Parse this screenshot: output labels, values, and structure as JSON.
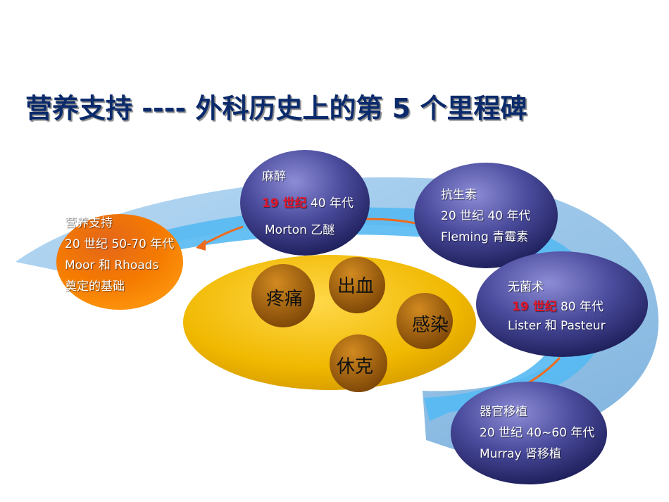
{
  "title": "营养支持 ---- 外科历史上的第 5 个里程碑",
  "milestones": {
    "nutrition": {
      "name": "营养支持",
      "era": "20 世纪 50-70 年代",
      "people": "Moor 和   Rhoads",
      "note": "奠定的基础"
    },
    "anesthesia": {
      "name": "麻醉",
      "era_highlight": "19 世纪",
      "era_rest": " 40 年代",
      "people": "Morton  乙醚"
    },
    "antibiotics": {
      "name": "抗生素",
      "era": " 20 世纪 40 年代",
      "people": "Fleming  青霉素"
    },
    "asepsis": {
      "name": "无菌术",
      "era_highlight": "19 世纪",
      "era_rest": " 80 年代",
      "people": "Lister  和 Pasteur"
    },
    "transplant": {
      "name": "器官移植",
      "era": "20 世纪 40~60 年代",
      "people": "Murray 肾移植"
    }
  },
  "core_issues": {
    "pain": "疼痛",
    "bleeding": "出血",
    "infection": "感染",
    "shock": "休克"
  },
  "colors": {
    "title": "#0a2a6b",
    "highlight": "#e5162a",
    "arc_light": "#8fc3ea",
    "arc_bright": "#4fb6f2",
    "core_ellipse": "#e8ad00",
    "nutrition_circle": "#f06a00",
    "milestone_circle": "#2e2f78",
    "arrow": "#ef6a1c"
  }
}
